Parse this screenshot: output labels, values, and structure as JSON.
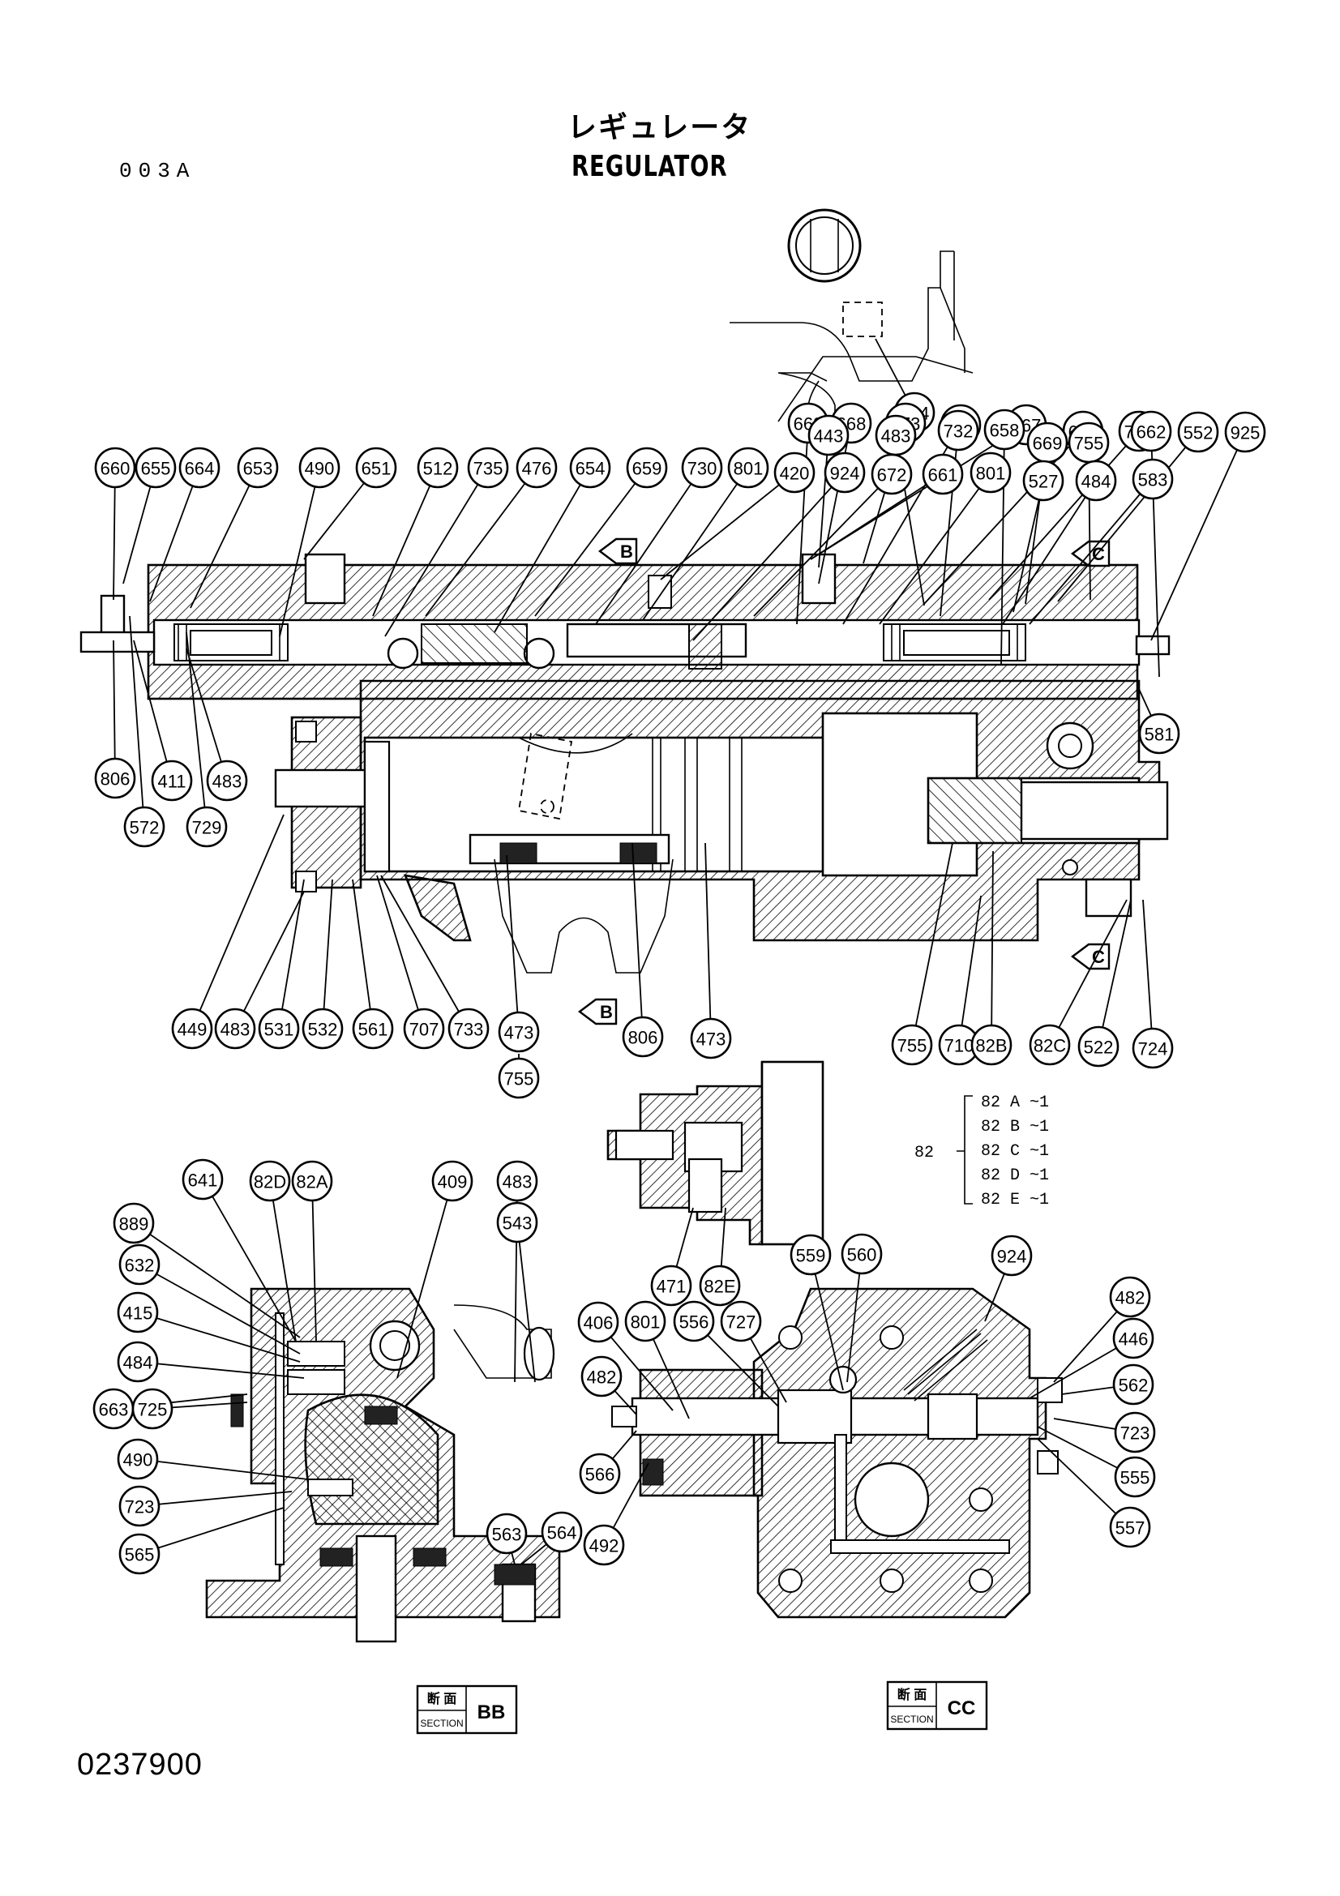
{
  "header": {
    "title_jp": "レギュレータ",
    "title_en": "REGULATOR",
    "page_code": "003A"
  },
  "footer": {
    "document_number": "0237900"
  },
  "section_labels": {
    "bb": {
      "jp": "断 面",
      "en": "SECTION",
      "letters": "BB"
    },
    "cc": {
      "jp": "断 面",
      "en": "SECTION",
      "letters": "CC"
    }
  },
  "section_arrows": {
    "b": "B",
    "c": "C"
  },
  "variants": {
    "group": "82",
    "items": [
      "82 A ~1",
      "82 B ~1",
      "82 C ~1",
      "82 D ~1",
      "82 E ~1"
    ]
  },
  "callouts": [
    "494",
    "663",
    "668",
    "473",
    "733",
    "667",
    "657",
    "702",
    "552",
    "925",
    "443",
    "483",
    "732",
    "658",
    "669",
    "755",
    "662",
    "660",
    "655",
    "664",
    "653",
    "490",
    "651",
    "512",
    "735",
    "476",
    "654",
    "659",
    "730",
    "801",
    "420",
    "924",
    "672",
    "661",
    "801",
    "527",
    "484",
    "583",
    "806",
    "411",
    "483",
    "572",
    "729",
    "581",
    "449",
    "483",
    "531",
    "532",
    "561",
    "707",
    "733",
    "473",
    "755",
    "806",
    "473",
    "755",
    "710",
    "82B",
    "82C",
    "522",
    "724",
    "471",
    "82E",
    "641",
    "82D",
    "82A",
    "409",
    "483",
    "543",
    "889",
    "632",
    "415",
    "484",
    "663",
    "725",
    "490",
    "723",
    "565",
    "563",
    "564",
    "559",
    "560",
    "924",
    "482",
    "406",
    "801",
    "556",
    "727",
    "446",
    "482",
    "562",
    "723",
    "566",
    "555",
    "557",
    "492"
  ]
}
